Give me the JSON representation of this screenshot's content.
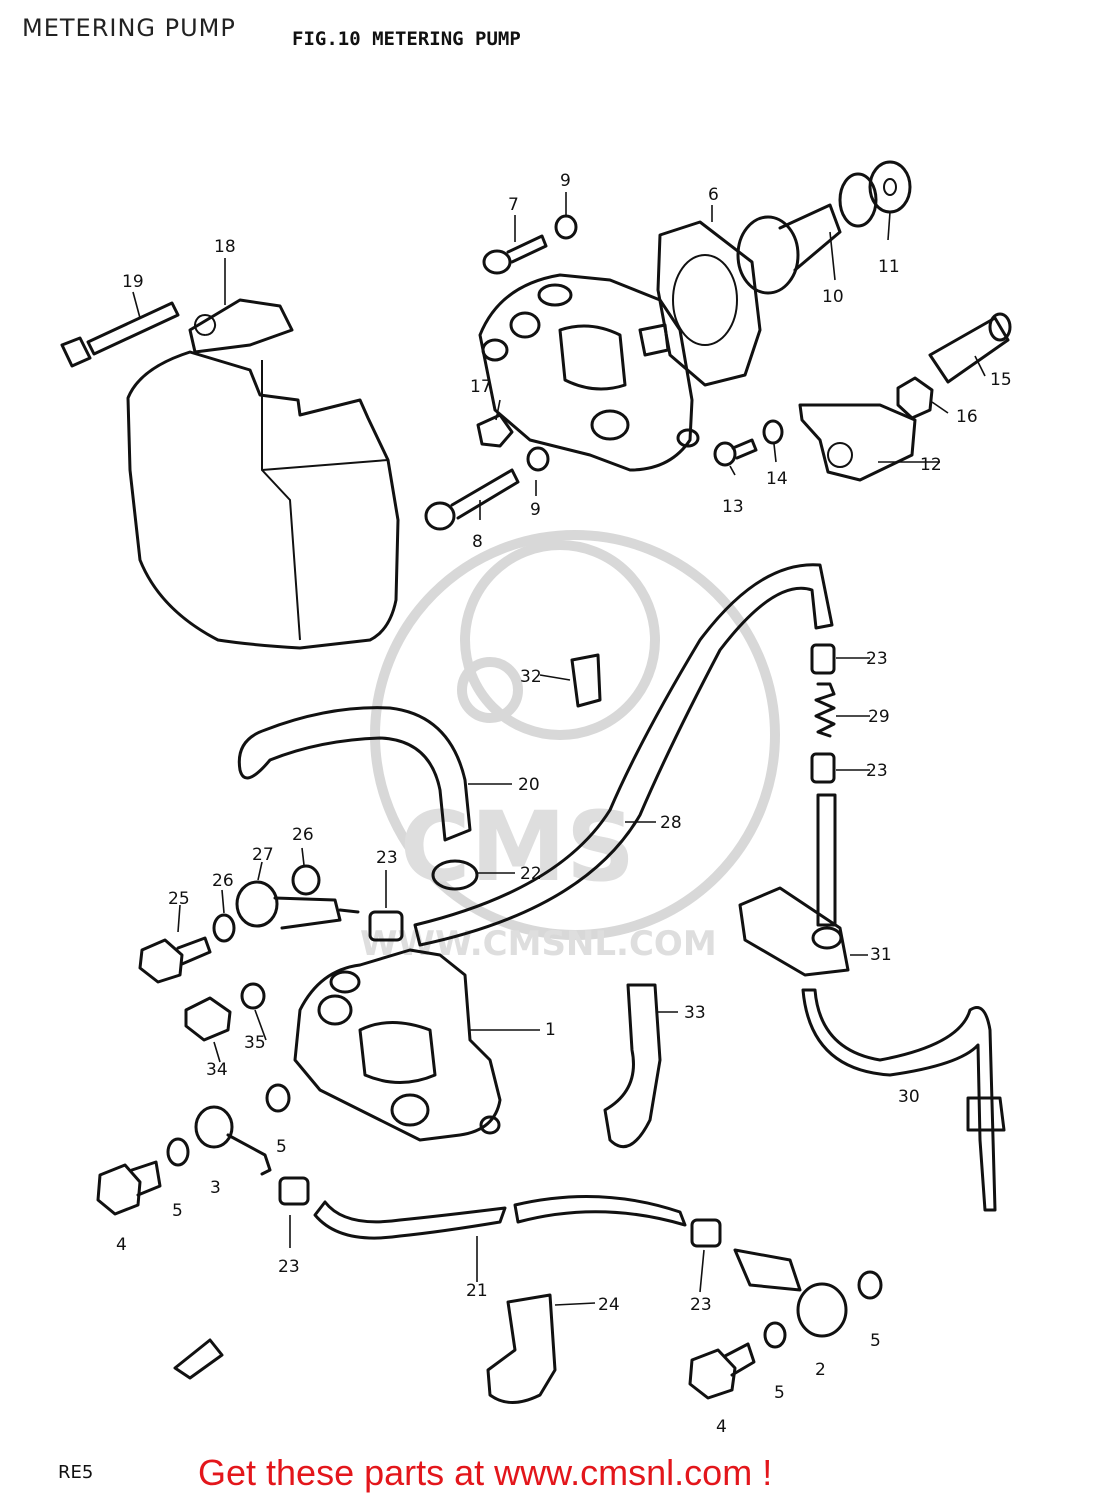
{
  "header": {
    "page_title": "METERING PUMP",
    "figure_title": "FIG.10  METERING PUMP"
  },
  "watermark": {
    "brand": "CMS",
    "url": "WWW.CMSNL.COM",
    "color": "#dedede"
  },
  "callouts": [
    "1",
    "2",
    "3",
    "4",
    "4",
    "5",
    "5",
    "5",
    "5",
    "6",
    "7",
    "8",
    "9",
    "9",
    "10",
    "11",
    "12",
    "13",
    "14",
    "15",
    "16",
    "17",
    "18",
    "19",
    "20",
    "21",
    "22",
    "23",
    "23",
    "23",
    "23",
    "23",
    "23",
    "24",
    "25",
    "26",
    "26",
    "27",
    "28",
    "29",
    "30",
    "31",
    "32",
    "33",
    "34",
    "35"
  ],
  "footer": {
    "page_code": "RE5",
    "cta_text": "Get these parts at www.cmsnl.com !",
    "cta_color": "#e3161b"
  }
}
